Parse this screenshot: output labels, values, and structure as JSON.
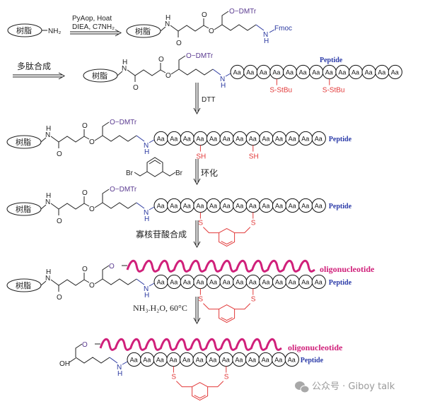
{
  "scheme": {
    "resin_label": "树脂",
    "amine_label": "NH₂",
    "step1": {
      "reagents_line1": "PyAop, Hoat",
      "reagents_line2": "DIEA, C7NH₂"
    },
    "step2": {
      "label": "多肽合成"
    },
    "step3": {
      "label": "DTT"
    },
    "step4": {
      "label": "环化",
      "reagent_left_br": "Br",
      "reagent_right_br": "Br"
    },
    "step5": {
      "label": "寡核苷酸合成"
    },
    "step6": {
      "label": "NH₃.H₂O, 60°C"
    },
    "atoms": {
      "H": "H",
      "N": "N",
      "O": "O",
      "S": "S",
      "OH": "OH",
      "odmtr": "O−DMTr",
      "fmoc": "Fmoc",
      "s_stbu": "S-StBu",
      "sh": "SH"
    },
    "residue_label": "Aa",
    "residue_count": 13,
    "cys_positions": [
      4,
      8
    ],
    "peptide_label": "Peptide",
    "oligo_label": "oligonucleotide"
  },
  "colors": {
    "peptide": "#2a3aa8",
    "oligo": "#d0207a",
    "thiol": "#e23a3a",
    "linker_n": "#2c3aa0"
  },
  "watermark": {
    "text": "公众号 · Giboy talk"
  }
}
